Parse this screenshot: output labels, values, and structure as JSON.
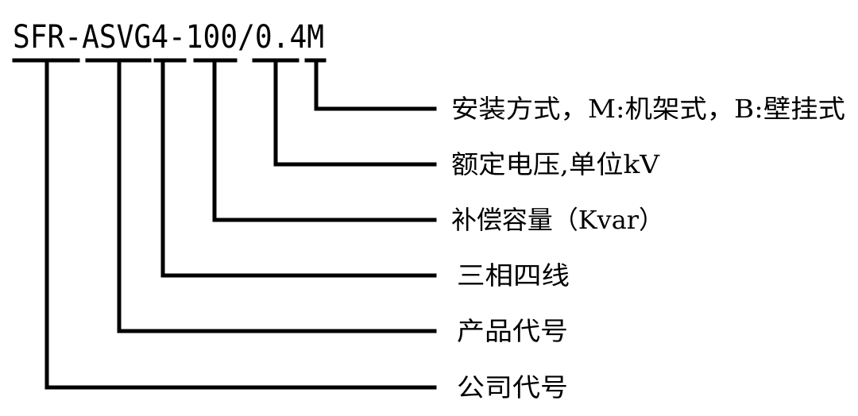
{
  "model_code": "SFR-ASVG4-100/0.4M",
  "legend": [
    {
      "id": "mounting",
      "label": "安装方式，M:机架式，B:壁挂式"
    },
    {
      "id": "voltage",
      "label": "额定电压,单位kV"
    },
    {
      "id": "capacity",
      "label": "补偿容量（Kvar）"
    },
    {
      "id": "phase",
      "label": "三相四线"
    },
    {
      "id": "product",
      "label": "产品代号"
    },
    {
      "id": "company",
      "label": "公司代号"
    }
  ],
  "colors": {
    "line": "#000000",
    "text": "#000000",
    "background": "#ffffff"
  }
}
